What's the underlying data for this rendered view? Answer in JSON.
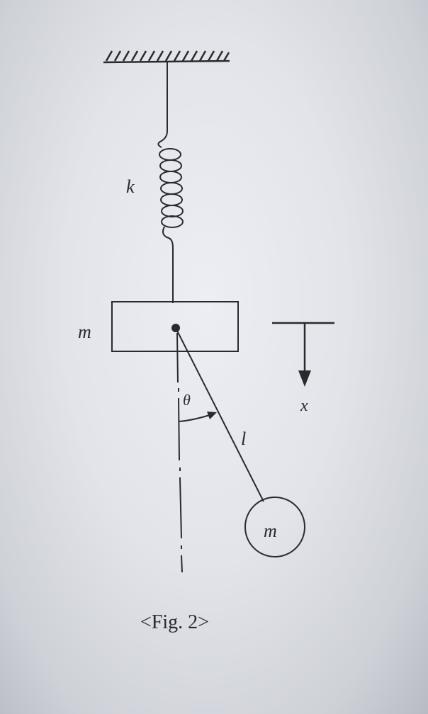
{
  "figure": {
    "caption": "<Fig. 2>",
    "labels": {
      "spring": "k",
      "block_mass": "m",
      "bob_mass": "m",
      "angle": "θ",
      "length": "l",
      "displacement": "x"
    }
  }
}
